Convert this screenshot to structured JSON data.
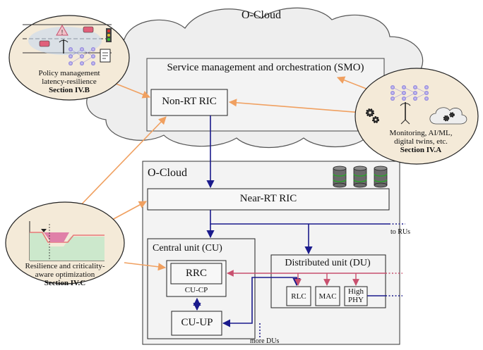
{
  "colors": {
    "blue": "#1a1a8c",
    "orange": "#f0a060",
    "pink": "#c8506e",
    "cloud_fill": "#eeeeee",
    "cloud_stroke": "#555555",
    "box_fill": "#f3f3f3",
    "circle_fill": "#f4ead8",
    "db_green": "#22aa22"
  },
  "top_cloud": {
    "title": "O-Cloud",
    "smo_label": "Service management and orchestration (SMO)",
    "non_rt_ric": "Non-RT RIC"
  },
  "bottom_cloud": {
    "title": "O-Cloud",
    "near_rt_ric": "Near-RT RIC",
    "cu": {
      "title": "Central unit (CU)",
      "rrc": "RRC",
      "cu_cp": "CU-CP",
      "cu_up": "CU-UP"
    },
    "du": {
      "title": "Distributed unit (DU)",
      "rlc": "RLC",
      "mac": "MAC",
      "high_phy_1": "High",
      "high_phy_2": "PHY"
    },
    "to_rus": "to RUs",
    "more_dus": "more DUs"
  },
  "circles": {
    "policy": {
      "line1": "Policy management",
      "line2": "latency-resilience",
      "section": "Section IV.B"
    },
    "monitoring": {
      "line1": "Monitoring, AI/ML,",
      "line2": "digital twins, etc.",
      "section": "Section IV.A"
    },
    "resilience": {
      "line1": "Resilience and criticality-",
      "line2": "aware optimization",
      "section": "Section IV.C"
    }
  },
  "icons": {
    "network": "neural-network-icon",
    "tower": "antenna-tower-icon",
    "gears": "gears-icon",
    "cloud": "cloud-icon",
    "database": "database-icon",
    "car": "car-icon",
    "warning": "warning-icon",
    "traffic_light": "traffic-light-icon",
    "document": "document-icon"
  }
}
